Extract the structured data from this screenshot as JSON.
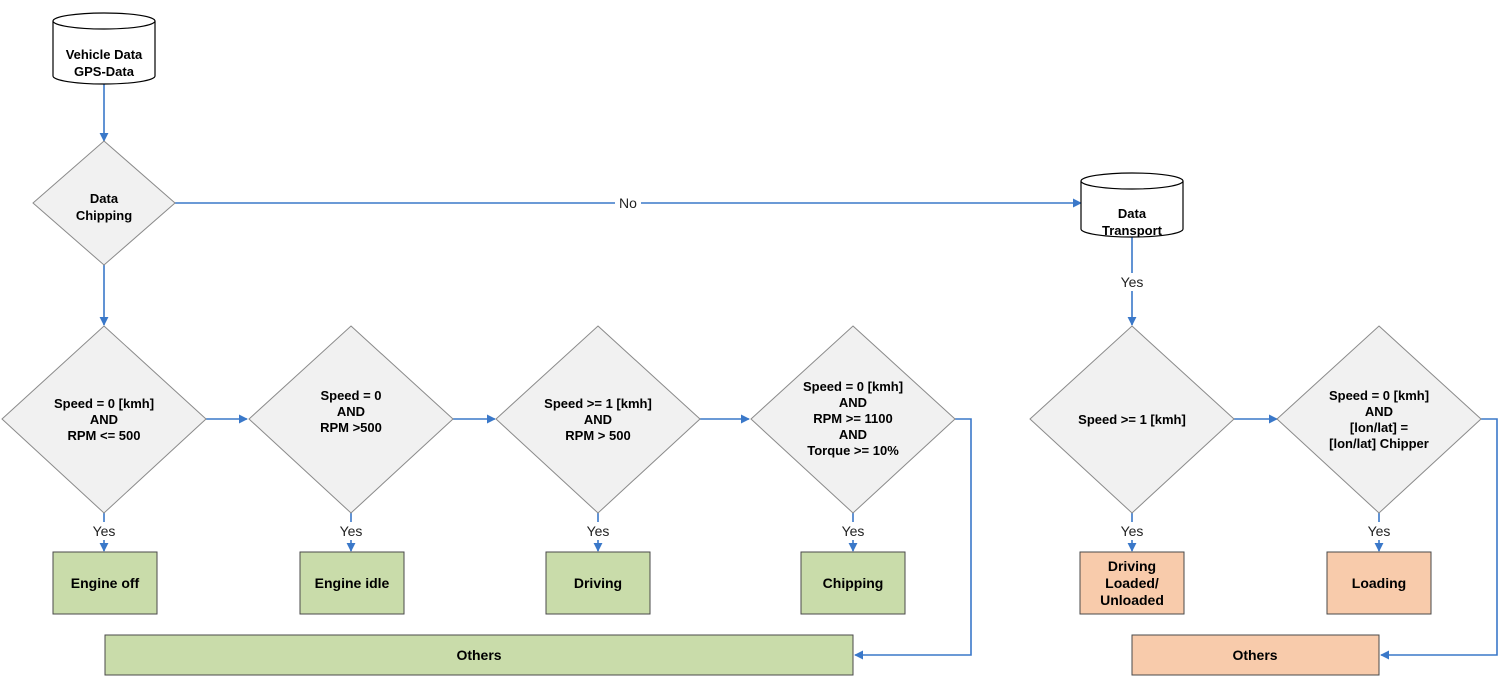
{
  "colors": {
    "edge": "#3a78c9",
    "decision_fill": "#f1f1f1",
    "state_green": "#c9dcaa",
    "state_orange": "#f8cbab"
  },
  "nodes": {
    "source": [
      "Vehicle Data",
      "GPS-Data"
    ],
    "chipping_decision": [
      "Data",
      "Chipping"
    ],
    "transport": [
      "Data",
      "Transport"
    ],
    "d1": [
      "Speed = 0 [kmh]",
      "AND",
      "RPM <= 500"
    ],
    "d2": [
      "Speed = 0",
      "AND",
      "RPM >500"
    ],
    "d3": [
      "Speed >= 1 [kmh]",
      "AND",
      "RPM > 500"
    ],
    "d4": [
      "Speed = 0 [kmh]",
      "AND",
      "RPM >= 1100",
      "AND",
      "Torque  >= 10%"
    ],
    "d5": [
      "Speed >= 1 [kmh]"
    ],
    "d6": [
      "Speed = 0 [kmh]",
      "AND",
      "[lon/lat] =",
      "[lon/lat] Chipper"
    ],
    "engine_off": [
      "Engine off"
    ],
    "engine_idle": [
      "Engine idle"
    ],
    "driving": [
      "Driving"
    ],
    "chipping": [
      "Chipping"
    ],
    "driving_loaded": [
      "Driving",
      "Loaded/",
      "Unloaded"
    ],
    "loading": [
      "Loading"
    ],
    "others_left": [
      "Others"
    ],
    "others_right": [
      "Others"
    ]
  },
  "edge_labels": {
    "no": "No",
    "yes_transport": "Yes",
    "yes_d1": "Yes",
    "yes_d2": "Yes",
    "yes_d3": "Yes",
    "yes_d4": "Yes",
    "yes_d5": "Yes",
    "yes_d6": "Yes"
  }
}
